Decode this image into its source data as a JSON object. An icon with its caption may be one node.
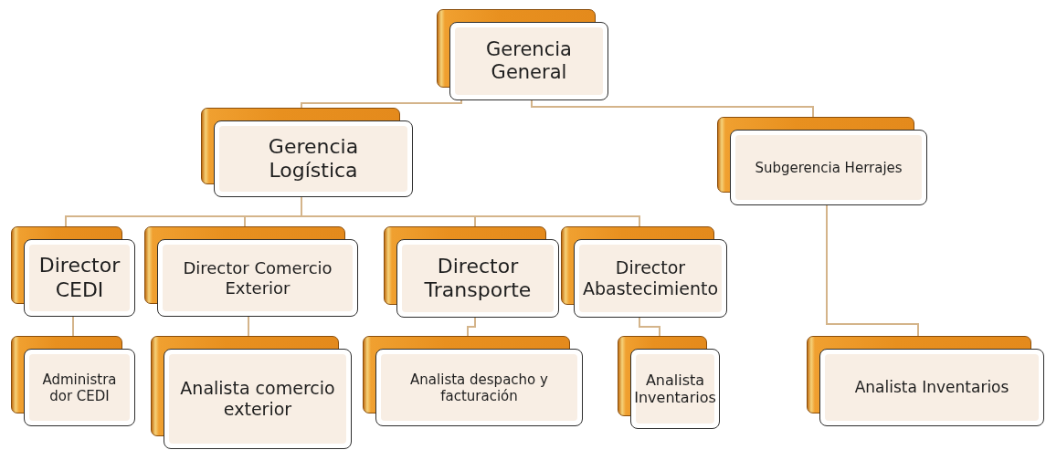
{
  "diagram": {
    "nodes": [
      {
        "text": [
          "Gerencia General"
        ]
      },
      {
        "text": [
          "Gerencia Logística"
        ]
      },
      {
        "text": [
          "Subgerencia Herrajes"
        ]
      },
      {
        "text": [
          "Director CEDI"
        ]
      },
      {
        "text": [
          "Director Comercio Exterior"
        ]
      },
      {
        "text": [
          "Director Transporte"
        ]
      },
      {
        "text": [
          "Director Abastecimiento"
        ]
      },
      {
        "text": [
          "Administra dor CEDI"
        ]
      },
      {
        "text": [
          "Analista comercio exterior"
        ]
      },
      {
        "text": [
          "Analista despacho y facturación"
        ]
      },
      {
        "text": [
          "Analista Inventarios"
        ]
      },
      {
        "text": [
          "Analista Inventarios"
        ]
      }
    ],
    "edges": [
      {
        "from": 0,
        "to": 1,
        "arrow": "none"
      },
      {
        "from": 0,
        "to": 2,
        "arrow": "none"
      },
      {
        "from": 1,
        "to": 3,
        "arrow": "none"
      },
      {
        "from": 1,
        "to": 4,
        "arrow": "none"
      },
      {
        "from": 1,
        "to": 5,
        "arrow": "none"
      },
      {
        "from": 1,
        "to": 6,
        "arrow": "none"
      },
      {
        "from": 3,
        "to": 7,
        "arrow": "none"
      },
      {
        "from": 4,
        "to": 8,
        "arrow": "none"
      },
      {
        "from": 5,
        "to": 9,
        "arrow": "none"
      },
      {
        "from": 6,
        "to": 10,
        "arrow": "none"
      },
      {
        "from": 2,
        "to": 11,
        "arrow": "none"
      }
    ]
  }
}
